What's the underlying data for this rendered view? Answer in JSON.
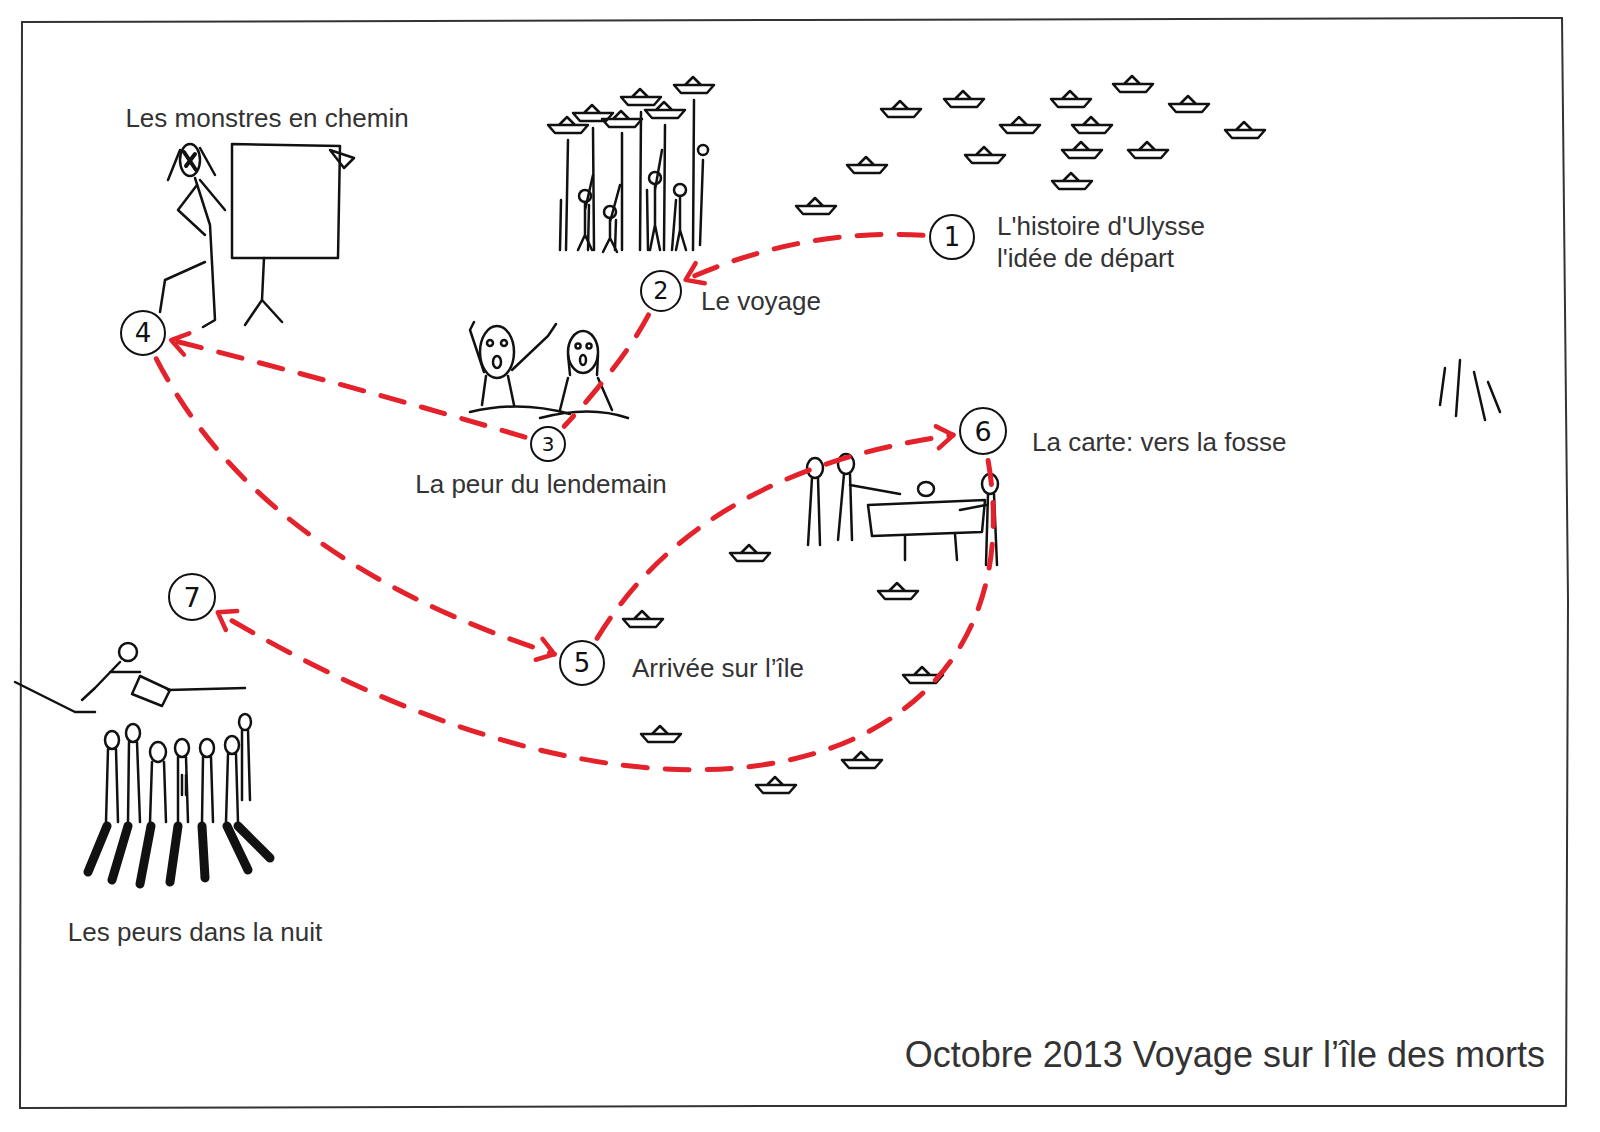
{
  "diagram": {
    "caption": "Octobre 2013 Voyage sur l’île des morts",
    "nodes": [
      {
        "text": [
          "1",
          "L'histoire d'Ulysse l'idée de départ"
        ]
      },
      {
        "text": [
          "2",
          "Le voyage"
        ]
      },
      {
        "text": [
          "3",
          "La peur du lendemain"
        ]
      },
      {
        "text": [
          "4",
          "Les monstres en chemin"
        ]
      },
      {
        "text": [
          "5",
          "Arrivée sur l’île"
        ]
      },
      {
        "text": [
          "6",
          "La carte: vers la fosse"
        ]
      },
      {
        "text": [
          "7",
          "Les peurs dans la nuit"
        ]
      }
    ],
    "edges": [
      {
        "from": 0,
        "to": 1,
        "arrow": "to"
      },
      {
        "from": 1,
        "to": 2,
        "arrow": "none"
      },
      {
        "from": 2,
        "to": 3,
        "arrow": "to"
      },
      {
        "from": 3,
        "to": 4,
        "arrow": "to"
      },
      {
        "from": 4,
        "to": 5,
        "arrow": "to"
      },
      {
        "from": 5,
        "to": 6,
        "arrow": "to"
      }
    ]
  }
}
